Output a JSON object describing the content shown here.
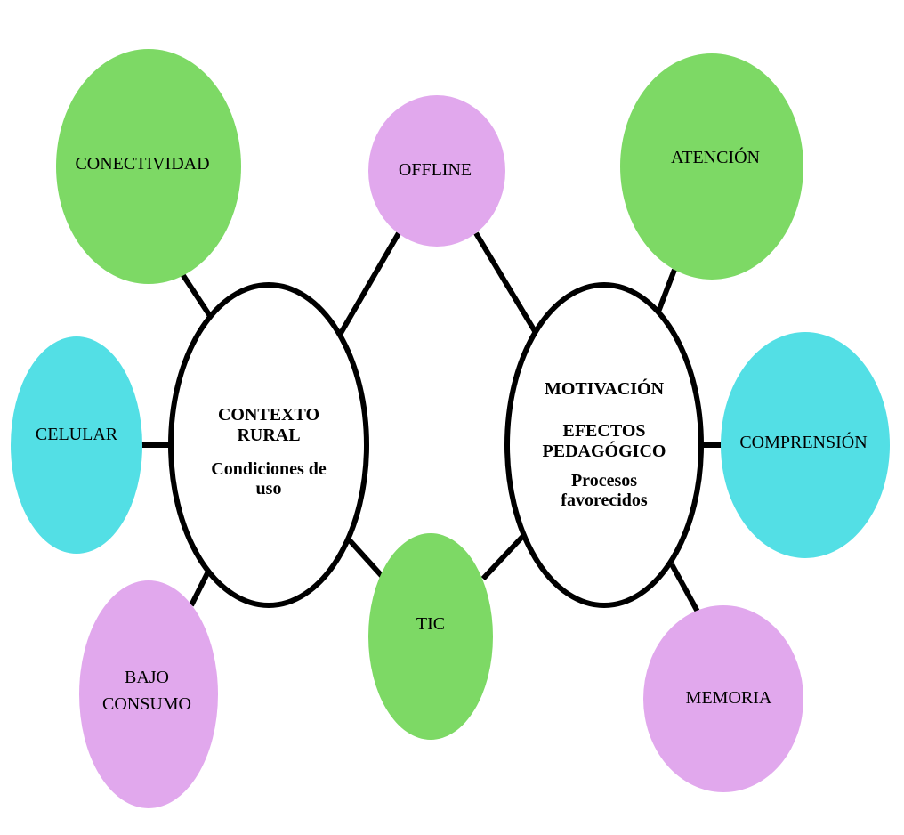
{
  "colors": {
    "green": "#7dd965",
    "pink": "#e1a8ed",
    "cyan": "#53dfe5"
  },
  "hubs": {
    "left": {
      "line1": "CONTEXTO",
      "line2": "RURAL",
      "line3": "Condiciones de",
      "line4": "uso"
    },
    "right": {
      "line1": "MOTIVACIÓN",
      "line2": "EFECTOS",
      "line3": "PEDAGÓGICO",
      "line4": "Procesos",
      "line5": "favorecidos"
    }
  },
  "nodes": {
    "conectividad": "CONECTIVIDAD",
    "offline": "OFFLINE",
    "atencion": "ATENCIÓN",
    "celular": "CELULAR",
    "comprension": "COMPRENSIÓN",
    "bajo_consumo_1": "BAJO",
    "bajo_consumo_2": "CONSUMO",
    "tic": "TIC",
    "memoria": "MEMORIA"
  }
}
